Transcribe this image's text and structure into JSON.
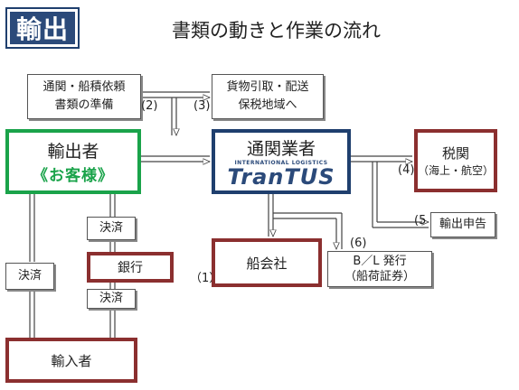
{
  "header": {
    "badge": "輸出",
    "title": "書類の動きと作業の流れ"
  },
  "boxes": {
    "customs_prep": [
      "通関・船積依頼",
      "書類の準備"
    ],
    "cargo_pickup": [
      "貨物引取・配送",
      "保税地域へ"
    ],
    "exporter": "輸出者",
    "customer": "《お客様》",
    "broker": "通関業者",
    "logo_sub": "INTERNATIONAL LOGISTICS",
    "logo": "TranTUS",
    "customs": "税関",
    "customs_sub": "（海上・航空）",
    "export_decl": "輸出申告",
    "bank": "銀行",
    "shipping": "船会社",
    "bl": [
      "B／L 発行",
      "（船荷証券）"
    ],
    "importer": "輸入者",
    "settle_left": "決済",
    "settle_top": "決済",
    "settle_bottom": "決済"
  },
  "steps": {
    "s1": "（1）",
    "s2": "(2)",
    "s3": "(3)",
    "s4": "(4)",
    "s5": "(5",
    "s6": "(6)"
  },
  "colors": {
    "navy": "#1f3f6e",
    "red": "#8b2f2f",
    "green": "#1aa34a"
  }
}
